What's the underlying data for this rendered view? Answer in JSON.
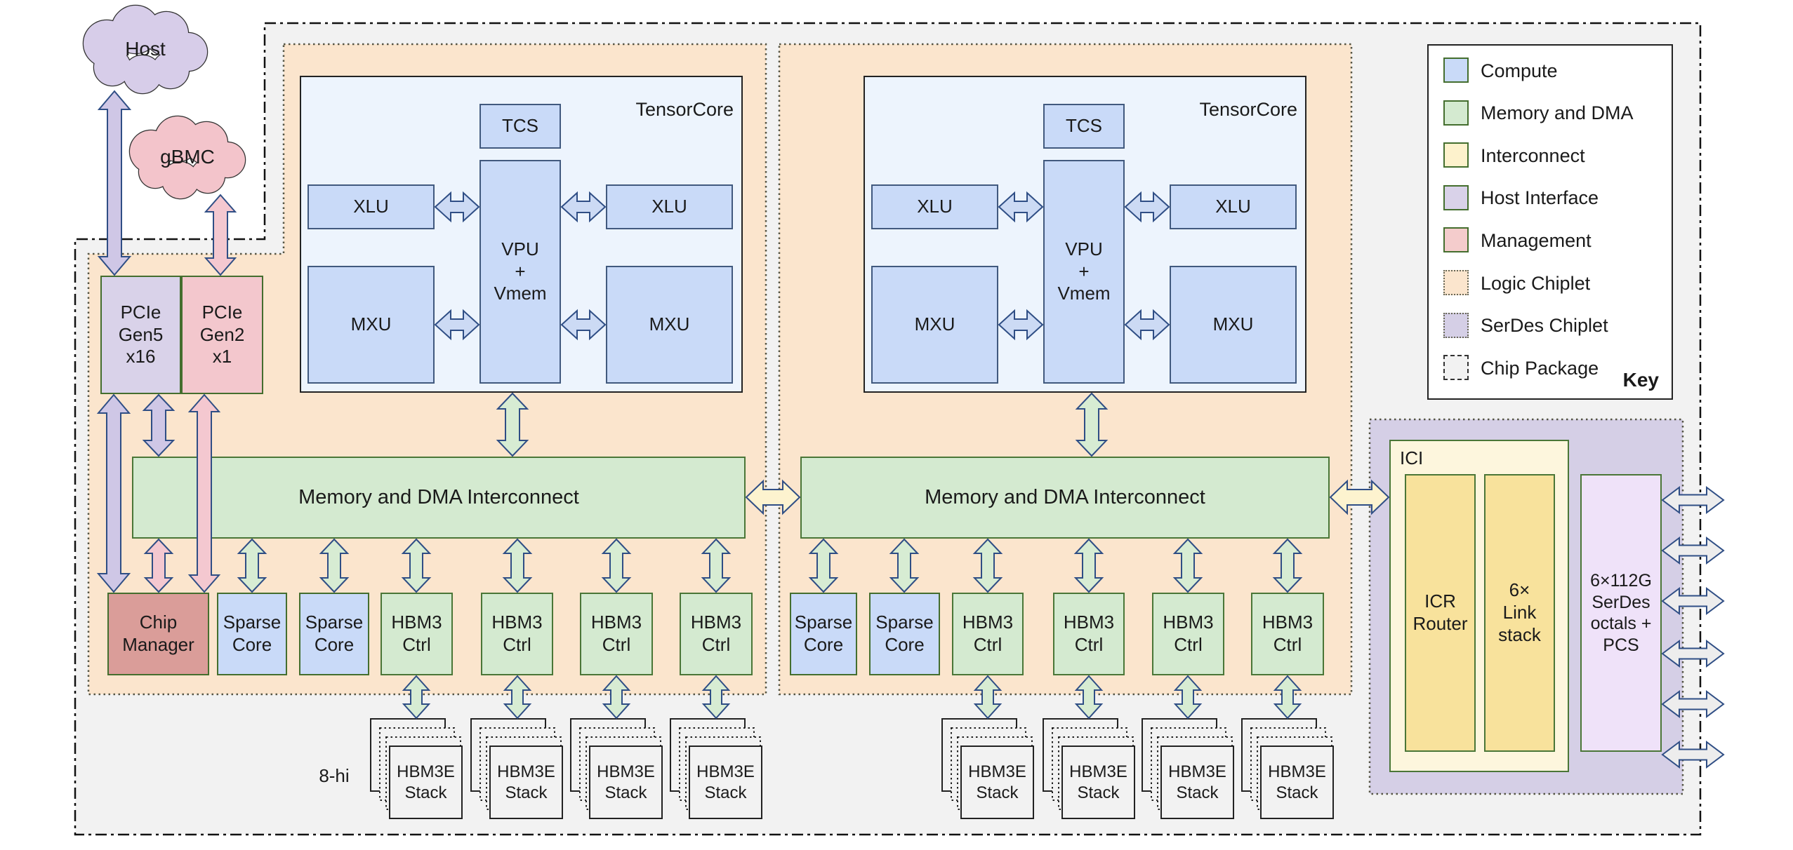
{
  "clouds": {
    "host": "Host",
    "gbmc": "gBMC"
  },
  "pcie": {
    "gen5": "PCIe\nGen5\nx16",
    "gen2": "PCIe\nGen2\nx1"
  },
  "tensorcore": {
    "label": "TensorCore",
    "tcs": "TCS",
    "vpu": "VPU\n+\nVmem",
    "xlu": "XLU",
    "mxu": "MXU"
  },
  "interconnect": {
    "label": "Memory and DMA Interconnect"
  },
  "chip_manager": "Chip\nManager",
  "sparse_core": "Sparse\nCore",
  "hbm3_ctrl": "HBM3\nCtrl",
  "hbm3e_stack": "HBM3E\nStack",
  "stack_height_label": "8-hi",
  "ici": {
    "label": "ICI",
    "icr_router": "ICR\nRouter",
    "link_stack": "6×\nLink\nstack",
    "serdes": "6×112G\nSerDes\noctals +\nPCS"
  },
  "key": {
    "title": "Key",
    "items": [
      {
        "label": "Compute",
        "color": "#c9daf8",
        "border": "solid"
      },
      {
        "label": "Memory and DMA",
        "color": "#d4ead0",
        "border": "solid"
      },
      {
        "label": "Interconnect",
        "color": "#fdf2cc",
        "border": "solid"
      },
      {
        "label": "Host Interface",
        "color": "#d9d2e9",
        "border": "solid"
      },
      {
        "label": "Management",
        "color": "#f4cccc",
        "border": "solid"
      },
      {
        "label": "Logic Chiplet",
        "color": "#fbe5cd",
        "border": "dotted"
      },
      {
        "label": "SerDes Chiplet",
        "color": "#d5cfe6",
        "border": "dotted"
      },
      {
        "label": "Chip Package",
        "color": "#f2f2f2",
        "border": "dashdot"
      }
    ]
  }
}
